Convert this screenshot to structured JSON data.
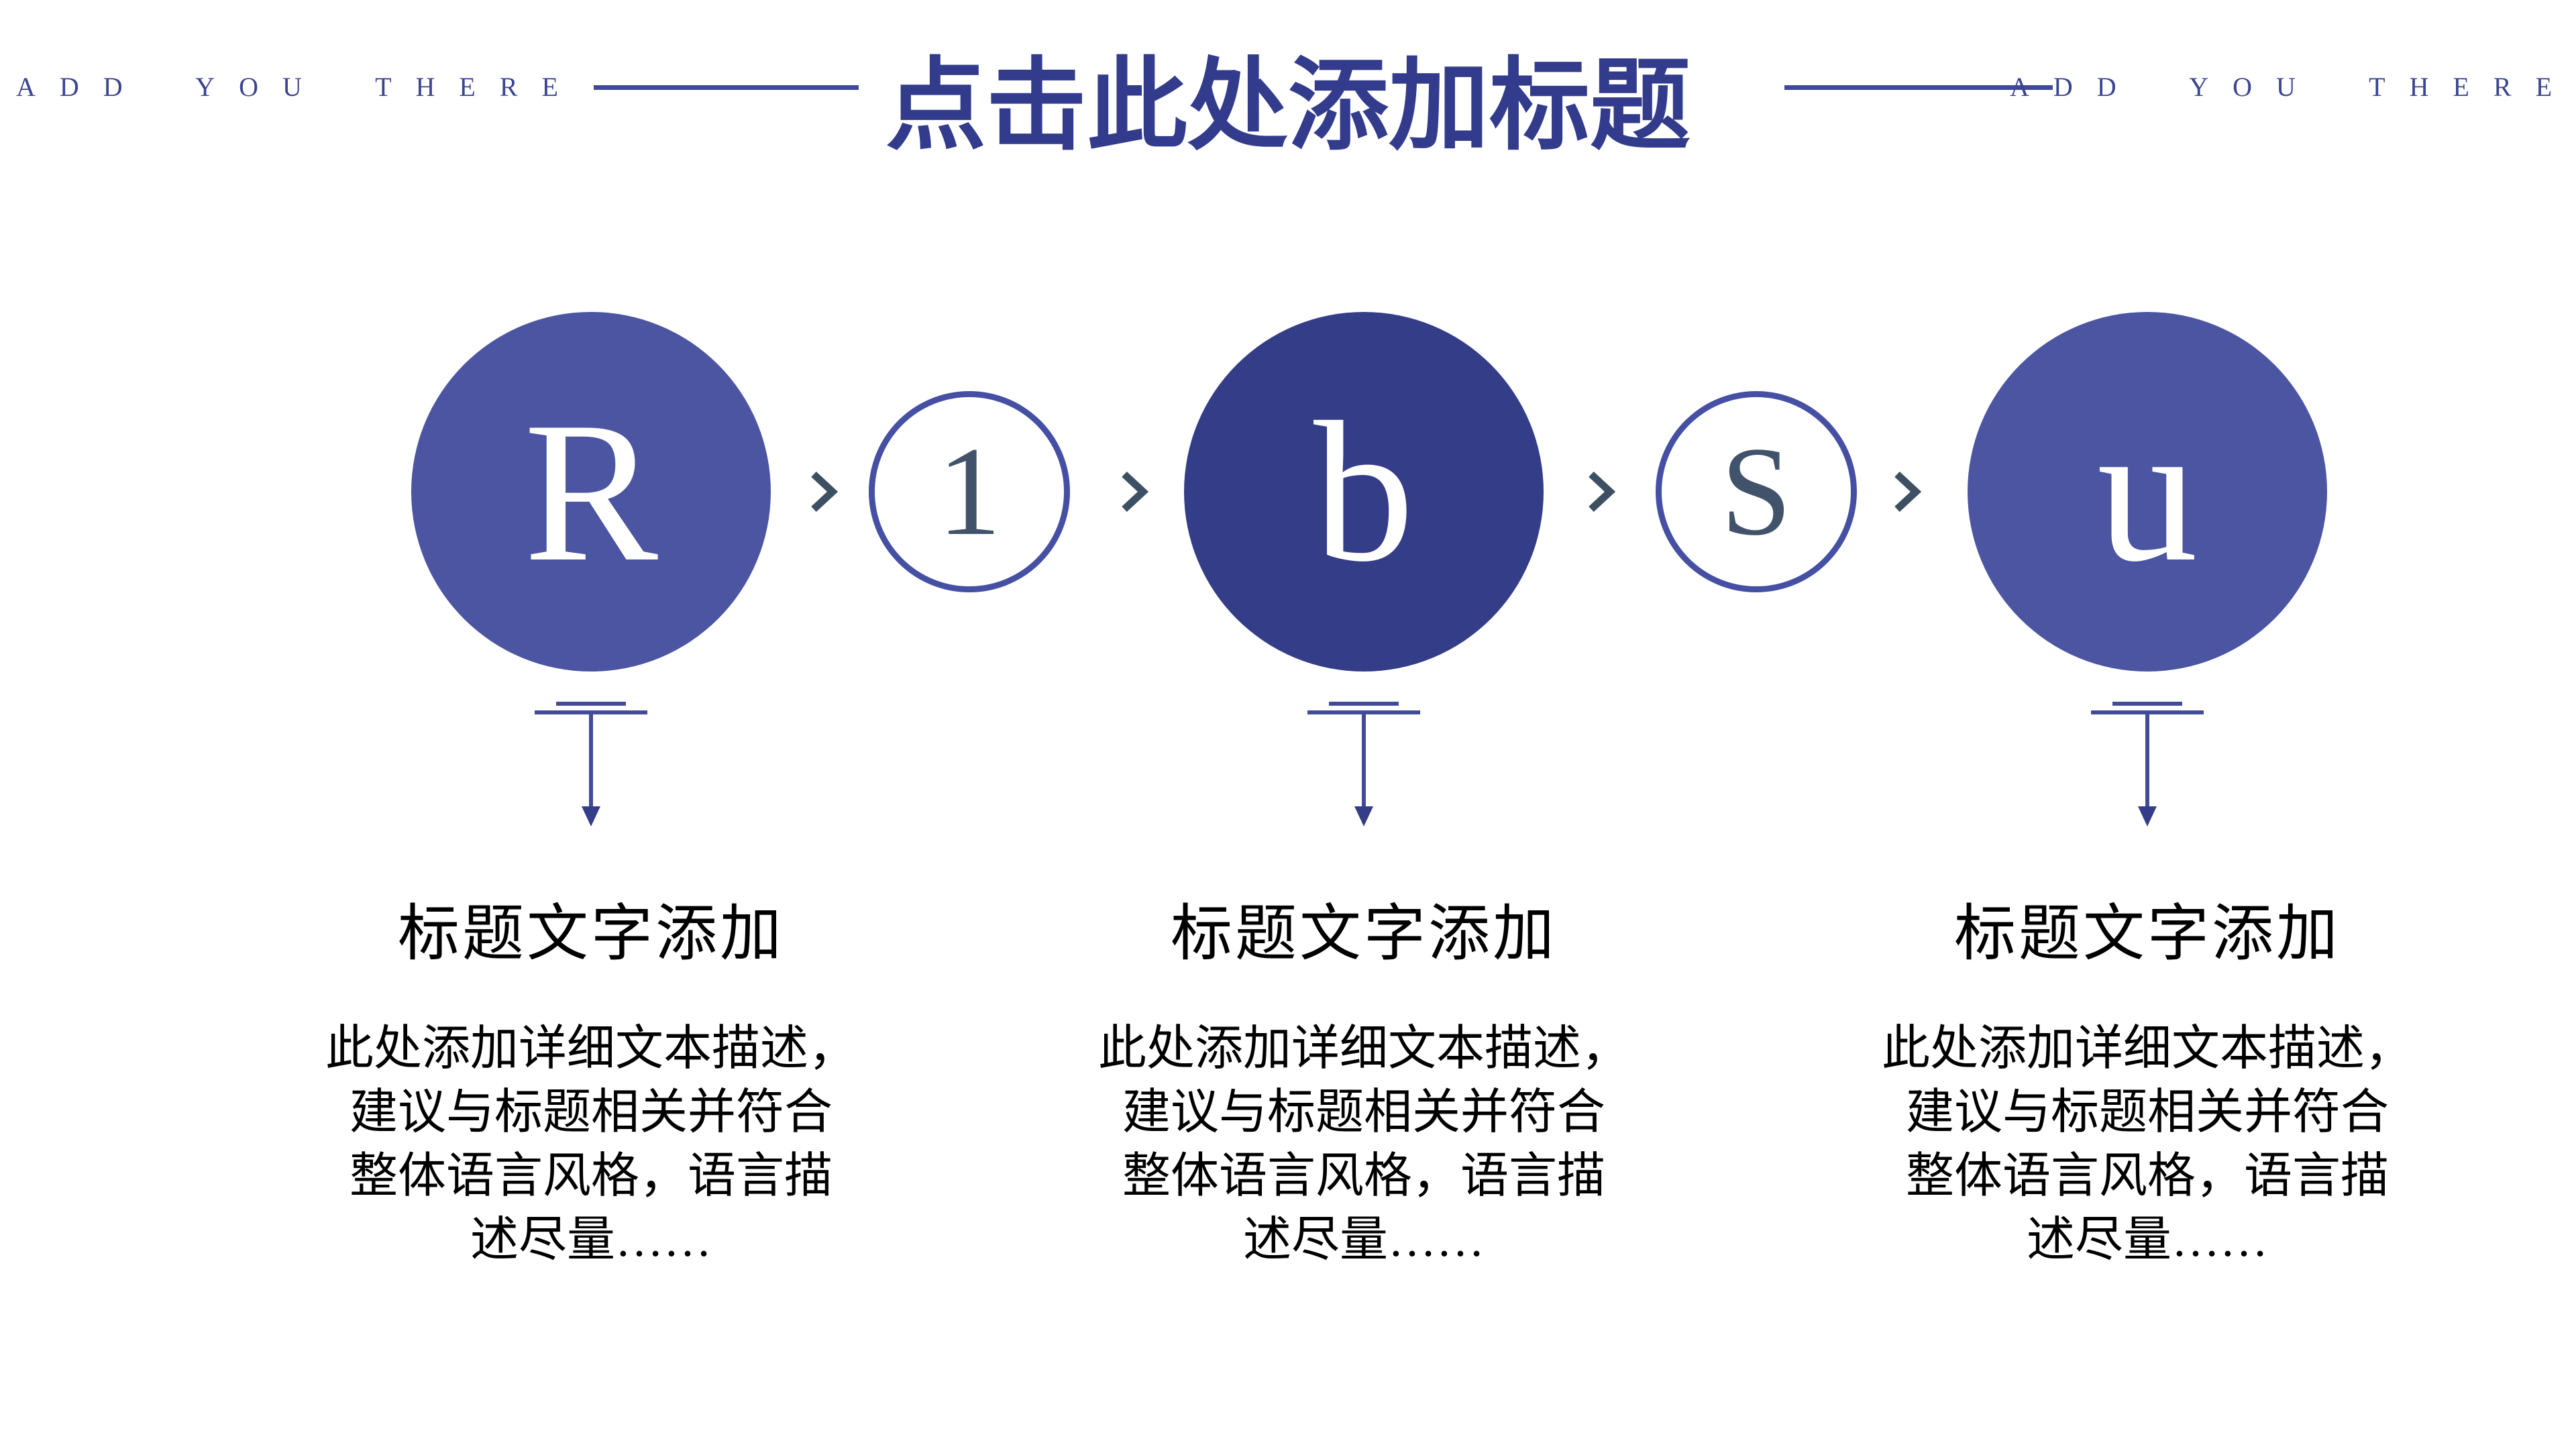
{
  "slide": {
    "background": "#ffffff",
    "accent_navy": "#333C8C"
  },
  "header": {
    "left_label": "ADD YOU THERE",
    "right_label": "ADD YOU THERE",
    "title": "点击此处添加标题",
    "label_color": "#3B4591",
    "line_color": "#3F4995",
    "title_color": "#333C8C"
  },
  "process": {
    "chevron_color": "#3D4F63",
    "nodes": [
      {
        "kind": "large",
        "letter": "R",
        "fill": "#4B55A1",
        "letter_color": "#FFFFFF"
      },
      {
        "kind": "small",
        "letter": "1",
        "border_color": "#4550A4",
        "letter_color": "#41536B"
      },
      {
        "kind": "large",
        "letter": "b",
        "fill": "#343D87",
        "letter_color": "#FFFFFF"
      },
      {
        "kind": "small",
        "letter": "S",
        "border_color": "#4550A4",
        "letter_color": "#41536B"
      },
      {
        "kind": "large",
        "letter": "u",
        "fill": "#4B55A1",
        "letter_color": "#FFFFFF"
      }
    ],
    "arrow_decoration_color": "#424B98",
    "arrowhead_color": "#343D87"
  },
  "sections": [
    {
      "heading": "标题文字添加",
      "body": "此处添加详细文本描述，\n建议与标题相关并符合\n整体语言风格，语言描\n述尽量……"
    },
    {
      "heading": "标题文字添加",
      "body": "此处添加详细文本描述，\n建议与标题相关并符合\n整体语言风格，语言描\n述尽量……"
    },
    {
      "heading": "标题文字添加",
      "body": "此处添加详细文本描述，\n建议与标题相关并符合\n整体语言风格，语言描\n述尽量……"
    }
  ]
}
